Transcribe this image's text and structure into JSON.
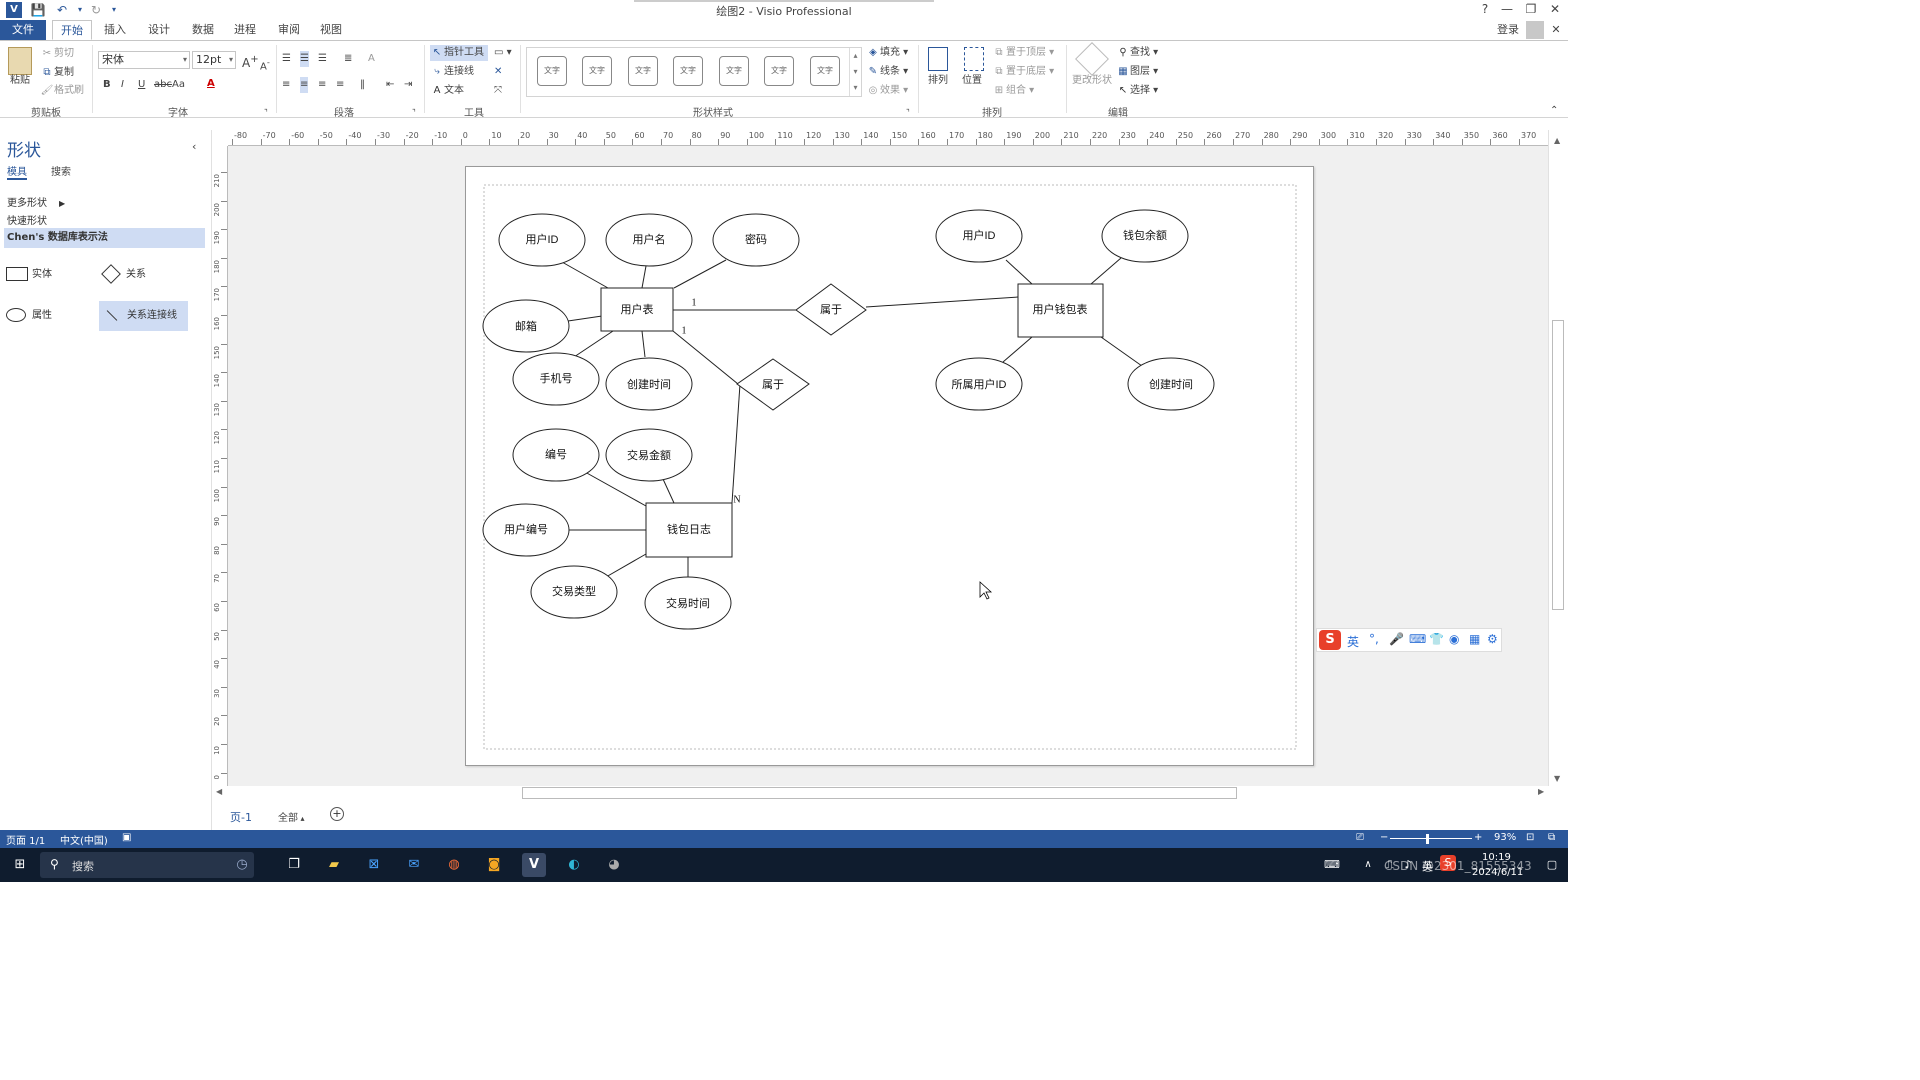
{
  "titlebar": {
    "title": "绘图2 - Visio Professional",
    "help": "?",
    "minimize": "—",
    "restore": "❐",
    "close": "✕"
  },
  "tabs": [
    "文件",
    "开始",
    "插入",
    "设计",
    "数据",
    "进程",
    "审阅",
    "视图"
  ],
  "account": {
    "login": "登录"
  },
  "ribbon": {
    "clipboard": {
      "paste": "粘贴",
      "cut": "剪切",
      "copy": "复制",
      "format_painter": "格式刷",
      "label": "剪贴板"
    },
    "font": {
      "name": "宋体",
      "size": "12pt",
      "label": "字体",
      "bold": "B",
      "italic": "I",
      "underline": "U",
      "strike": "abc",
      "case": "Aa",
      "color_letter": "A"
    },
    "paragraph": {
      "label": "段落"
    },
    "tools": {
      "pointer": "指针工具",
      "connector": "连接线",
      "text": "文本",
      "label": "工具"
    },
    "shape_styles": {
      "swatch": "文字",
      "fill": "填充",
      "line": "线条",
      "effects": "效果",
      "label": "形状样式"
    },
    "arrange": {
      "align": "排列",
      "position": "位置",
      "bring_front": "置于顶层",
      "send_back": "置于底层",
      "group": "组合",
      "label": "排列"
    },
    "editing": {
      "change_shape": "更改形状",
      "find": "查找",
      "layers": "图层",
      "select": "选择",
      "label": "编辑"
    }
  },
  "shapes_pane": {
    "title": "形状",
    "tab_stencils": "模具",
    "tab_search": "搜索",
    "more_shapes": "更多形状",
    "quick_shapes": "快速形状",
    "stencil_name": "Chen's 数据库表示法",
    "items": [
      "实体",
      "关系",
      "属性",
      "关系连接线"
    ]
  },
  "ruler": {
    "h_ticks": [
      "-80",
      "-70",
      "-60",
      "-50",
      "-40",
      "-30",
      "-20",
      "-10",
      "0",
      "10",
      "20",
      "30",
      "40",
      "50",
      "60",
      "70",
      "80",
      "90",
      "100",
      "110",
      "120",
      "130",
      "140",
      "150",
      "160",
      "170",
      "180",
      "190",
      "200",
      "210",
      "220",
      "230",
      "240",
      "250",
      "260",
      "270",
      "280",
      "290",
      "300",
      "310",
      "320",
      "330",
      "340",
      "350",
      "360",
      "370"
    ],
    "v_ticks": [
      "210",
      "200",
      "190",
      "180",
      "170",
      "160",
      "150",
      "140",
      "130",
      "120",
      "110",
      "100",
      "90",
      "80",
      "70",
      "60",
      "50",
      "40",
      "30",
      "20",
      "10",
      "0"
    ]
  },
  "diagram": {
    "entities": {
      "user_table": "用户表",
      "wallet_table": "用户钱包表",
      "wallet_log": "钱包日志"
    },
    "relations": {
      "belongs_1": "属于",
      "belongs_2": "属于"
    },
    "attributes": {
      "user_id": "用户ID",
      "username": "用户名",
      "password": "密码",
      "email": "邮箱",
      "phone": "手机号",
      "created_at_user": "创建时间",
      "wallet_user_id": "用户ID",
      "wallet_balance": "钱包余额",
      "owner_user_id": "所属用户ID",
      "created_at_wallet": "创建时间",
      "log_id": "编号",
      "amount": "交易金额",
      "log_user_no": "用户编号",
      "trade_type": "交易类型",
      "trade_time": "交易时间"
    },
    "cardinality": {
      "c1": "1",
      "c2": "1",
      "cN": "N"
    }
  },
  "pagebar": {
    "page_tab": "页-1",
    "all_pages": "全部",
    "add": "+"
  },
  "statusbar": {
    "page": "页面 1/1",
    "language": "中文(中国)",
    "zoom": "93%"
  },
  "ime": {
    "mode": "英"
  },
  "taskbar": {
    "search": "搜索",
    "time": "10:19",
    "date": "2024/6/11",
    "ime_lang": "英",
    "watermark": "CSDN @2301_81555343"
  },
  "colors": {
    "accent": "#2b579a",
    "taskbar": "#0f1c2e",
    "selected": "#cfdcf3"
  }
}
